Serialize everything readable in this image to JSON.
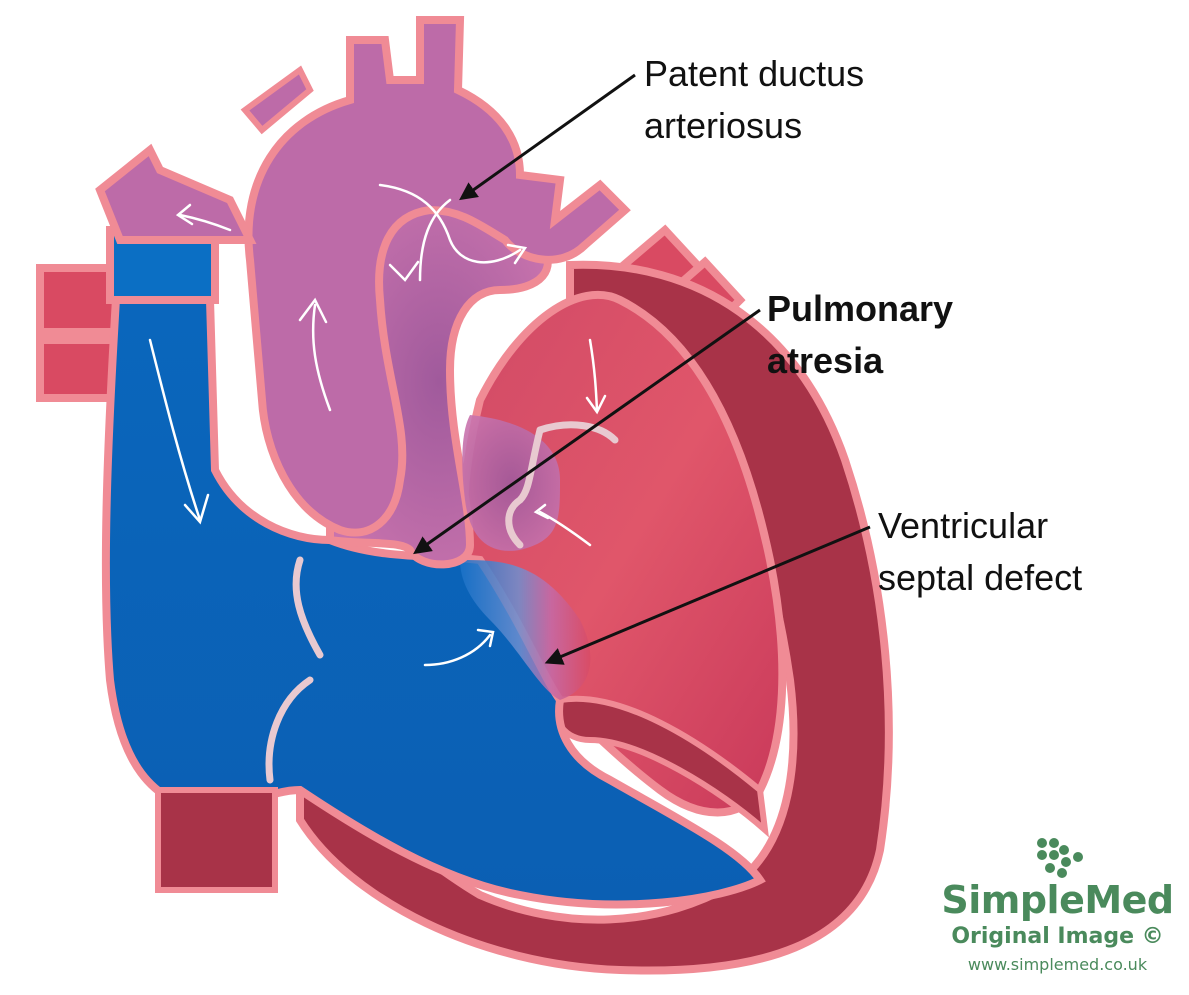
{
  "labels": {
    "patent_ductus": {
      "line1": "Patent ductus",
      "line2": "arteriosus"
    },
    "pulmonary_atresia": {
      "line1": "Pulmonary",
      "line2": "atresia"
    },
    "vsd": {
      "line1": "Ventricular",
      "line2": "septal defect"
    }
  },
  "branding": {
    "name": "SimpleMed",
    "subtitle": "Original Image ©",
    "url": "www.simplemed.co.uk"
  },
  "colors": {
    "deoxygenated": "#0b6fc4",
    "oxygenated": "#d9415c",
    "mixed": "#b86aa6",
    "myocardium": "#a83348",
    "outline": "#f08b95",
    "brand": "#4a8a5c"
  }
}
